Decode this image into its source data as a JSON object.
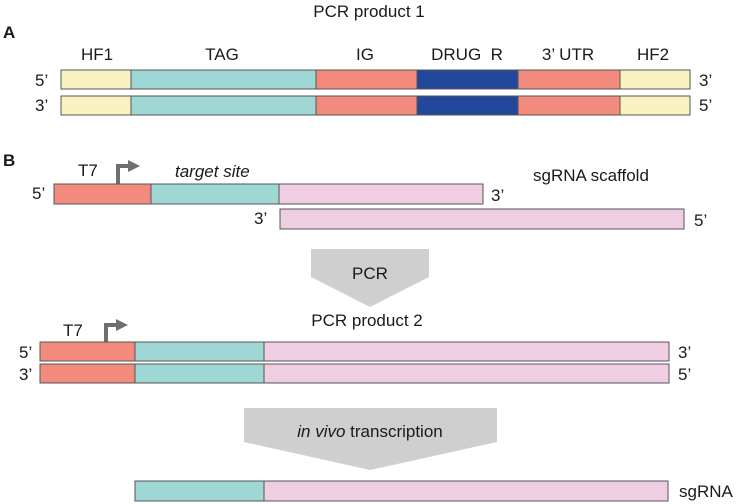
{
  "panel_a": {
    "letter": "A",
    "title": "PCR product 1",
    "headers": [
      "HF1",
      "TAG",
      "IG",
      "DRUG  R",
      "3’ UTR",
      "HF2"
    ],
    "strand_top": {
      "left": "5’",
      "right": "3’"
    },
    "strand_bottom": {
      "left": "3’",
      "right": "5’"
    }
  },
  "panel_b": {
    "letter": "B",
    "t7_label": "T7",
    "target_site_label": "target site",
    "scaffold_label": "sgRNA scaffold",
    "oligo_top": {
      "left": "5’",
      "right": "3’"
    },
    "oligo_bottom": {
      "left": "3’",
      "right": "5’"
    },
    "arrow1_label": "PCR",
    "product2_title": "PCR product 2",
    "product2_t7_label": "T7",
    "product2_top": {
      "left": "5’",
      "right": "3’"
    },
    "product2_bottom": {
      "left": "3’",
      "right": "5’"
    },
    "arrow2_label_italic": "in vivo",
    "arrow2_label_rest": " transcription",
    "final_label": "sgRNA"
  },
  "colors": {
    "homology": "#f7f2c0",
    "tag": "#9ed7d3",
    "salmon": "#f28a7d",
    "drug": "#23479a",
    "scaffold": "#efcde3",
    "arrow": "#cfcfcf",
    "promoter": "#6f6f6f"
  }
}
